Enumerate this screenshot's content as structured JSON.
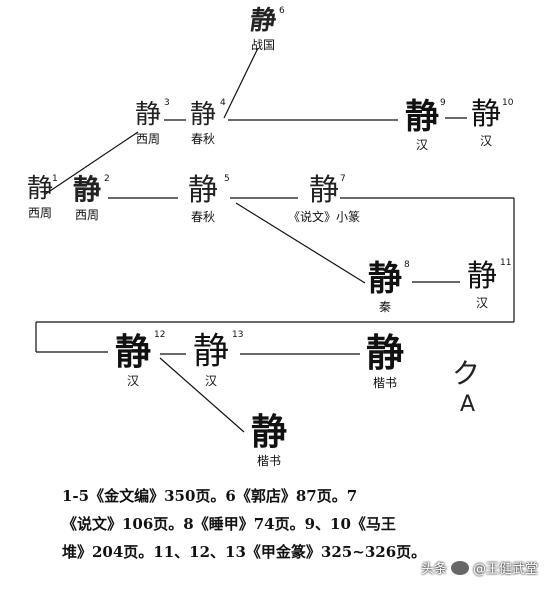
{
  "nodes": [
    {
      "id": "n6",
      "glyph": "静",
      "num": "6",
      "label": "战国"
    },
    {
      "id": "n3",
      "glyph": "静",
      "num": "3",
      "label": "西周"
    },
    {
      "id": "n4",
      "glyph": "静",
      "num": "4",
      "label": "春秋"
    },
    {
      "id": "n9",
      "glyph": "静",
      "num": "9",
      "label": "汉"
    },
    {
      "id": "n10",
      "glyph": "静",
      "num": "10",
      "label": "汉"
    },
    {
      "id": "n1",
      "glyph": "静",
      "num": "1",
      "label": "西周"
    },
    {
      "id": "n2",
      "glyph": "静",
      "num": "2",
      "label": "西周"
    },
    {
      "id": "n5",
      "glyph": "静",
      "num": "5",
      "label": "春秋"
    },
    {
      "id": "n7",
      "glyph": "静",
      "num": "7",
      "label": "《说文》小篆"
    },
    {
      "id": "n8",
      "glyph": "静",
      "num": "8",
      "label": "秦"
    },
    {
      "id": "n11",
      "glyph": "静",
      "num": "11",
      "label": "汉"
    },
    {
      "id": "n12",
      "glyph": "静",
      "num": "12",
      "label": "汉"
    },
    {
      "id": "n13",
      "glyph": "静",
      "num": "13",
      "label": "汉"
    },
    {
      "id": "nk1",
      "glyph": "静",
      "num": "",
      "label": "楷书"
    },
    {
      "id": "nk2",
      "glyph": "静",
      "num": "",
      "label": "楷书"
    }
  ],
  "annotation": {
    "mark": "ク",
    "letter": "A"
  },
  "caption": [
    "1-5《金文编》350页。6《郭店》87页。7",
    "《说文》106页。8《睡甲》74页。9、10《马王",
    "堆》204页。11、12、13《甲金篆》325~326页。"
  ],
  "watermark": {
    "prefix": "头条",
    "name": "@王健武堂"
  }
}
